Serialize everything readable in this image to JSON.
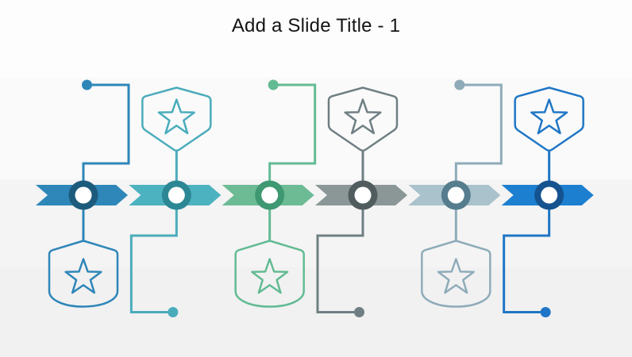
{
  "slide": {
    "title": "Add a Slide Title - 1"
  },
  "background": {
    "bands": [
      {
        "color": "#fdfdfd",
        "height": 98
      },
      {
        "color": "#fafafa",
        "height": 128
      },
      {
        "color": "#f4f4f4",
        "height": 111
      },
      {
        "color": "#f1f1f1",
        "height": 113
      }
    ]
  },
  "timeline": {
    "type": "chevron-timeline",
    "step_count": 6,
    "steps": [
      {
        "label": "step-1",
        "icon": "star-icon",
        "badge": "below",
        "arrow_color": "#2E87B8",
        "ring_color": "#1D5B7C",
        "accent_color": "#2E86B8"
      },
      {
        "label": "step-2",
        "icon": "star-icon",
        "badge": "above",
        "arrow_color": "#4CB2BF",
        "ring_color": "#2B8794",
        "accent_color": "#4AACBB"
      },
      {
        "label": "step-3",
        "icon": "star-icon",
        "badge": "below",
        "arrow_color": "#6CBB95",
        "ring_color": "#3E9871",
        "accent_color": "#63BB93"
      },
      {
        "label": "step-4",
        "icon": "star-icon",
        "badge": "above",
        "arrow_color": "#8B9697",
        "ring_color": "#515C5E",
        "accent_color": "#6F7F83"
      },
      {
        "label": "step-5",
        "icon": "star-icon",
        "badge": "below",
        "arrow_color": "#A9C2CC",
        "ring_color": "#567D8D",
        "accent_color": "#8FABB9"
      },
      {
        "label": "step-6",
        "icon": "star-icon",
        "badge": "above",
        "arrow_color": "#1D7FD0",
        "ring_color": "#14538F",
        "accent_color": "#1F76C6"
      }
    ]
  }
}
